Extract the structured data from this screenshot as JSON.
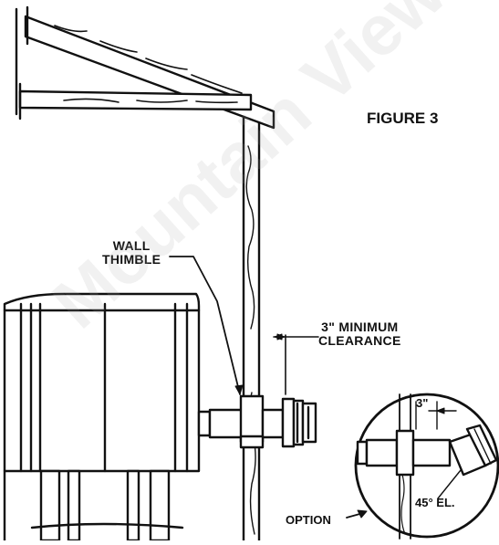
{
  "figure_title": "FIGURE 3",
  "labels": {
    "wall_thimble_line1": "WALL",
    "wall_thimble_line2": "THIMBLE",
    "clearance_line1": "3\" MINIMUM",
    "clearance_line2": "CLEARANCE",
    "option": "OPTION",
    "option_dim": "3\"",
    "option_elbow": "45° EL."
  },
  "watermark": "Mountain View",
  "colors": {
    "ink": "#111111",
    "background": "#ffffff",
    "watermark": "#aaaaaa"
  }
}
